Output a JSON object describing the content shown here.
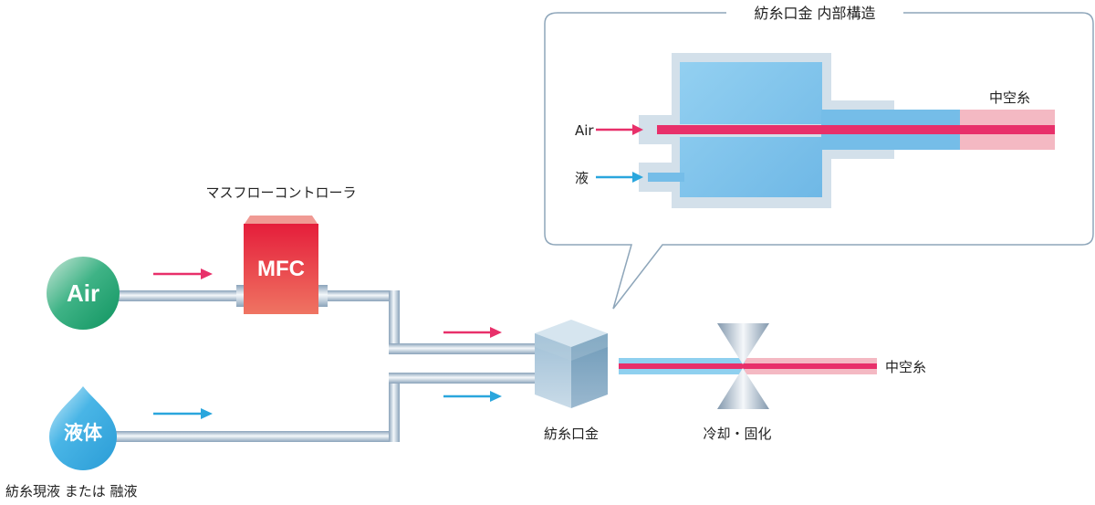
{
  "callout": {
    "title": "紡糸口金 内部構造",
    "air_label": "Air",
    "liquid_label": "液",
    "output_label": "中空糸"
  },
  "sources": {
    "air": {
      "label": "Air",
      "color": "#1fa06e"
    },
    "liquid": {
      "label": "液体",
      "caption": "紡糸現液 または 融液",
      "color": "#2aa6dd"
    }
  },
  "mfc": {
    "label": "MFC",
    "caption": "マスフローコントローラ",
    "color": "#e8303f"
  },
  "spinneret": {
    "caption": "紡糸口金"
  },
  "cooling": {
    "caption": "冷却・固化"
  },
  "output": {
    "label": "中空糸"
  },
  "colors": {
    "air_flow": "#e8306a",
    "liquid_flow": "#2aa6dd",
    "fiber_shell": "#f4b9c3",
    "liquid_shell": "#8fd0ef",
    "pipe": "#b9cad9"
  }
}
